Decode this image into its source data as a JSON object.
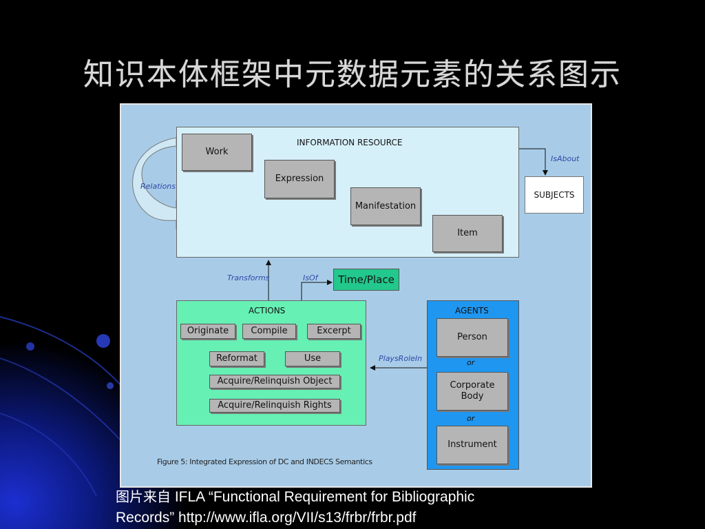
{
  "slide": {
    "title": "知识本体框架中元数据元素的关系图示",
    "source_prefix": "图片来自",
    "source_text_line1": " IFLA “Functional Requirement for Bibliographic",
    "source_text_line2": "Records” http://www.ifla.org/VII/s13/frbr/frbr.pdf"
  },
  "diagram": {
    "info_resource": {
      "header": "INFORMATION RESOURCE",
      "items": [
        "Work",
        "Expression",
        "Manifestation",
        "Item"
      ]
    },
    "subjects": "SUBJECTS",
    "time_place": "Time/Place",
    "actions": {
      "header": "ACTIONS",
      "items": [
        "Originate",
        "Compile",
        "Excerpt",
        "Reformat",
        "Use",
        "Acquire/Relinquish Object",
        "Acquire/Relinquish Rights"
      ]
    },
    "agents": {
      "header": "AGENTS",
      "person": "Person",
      "corporate_line1": "Corporate",
      "corporate_line2": "Body",
      "instrument": "Instrument",
      "or": "or"
    },
    "labels": {
      "relations": "Relations",
      "is_about": "IsAbout",
      "transforms": "Transforms",
      "is_of": "IsOf",
      "plays_role_in": "PlaysRoleIn"
    },
    "caption": "Figure 5: Integrated Expression of DC and INDECS Semantics"
  },
  "colors": {
    "slide_bg": "#000000",
    "figure_bg": "#a8cce8",
    "info_resource_bg": "#d6f0fa",
    "actions_bg": "#66f0b4",
    "agents_bg": "#1f96f0",
    "time_place_bg": "#22c88c",
    "entity_gray": "#b5b5b5",
    "label_blue": "#2d49a5"
  }
}
